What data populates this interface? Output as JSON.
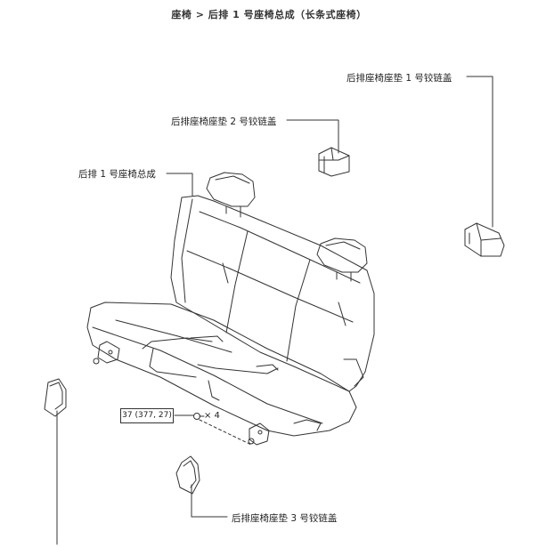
{
  "breadcrumb": "座椅 > 后排 1 号座椅总成（长条式座椅）",
  "labels": {
    "hinge_cover_1": "后排座椅座垫 1 号铰链盖",
    "hinge_cover_2": "后排座椅座垫 2 号铰链盖",
    "seat_assembly": "后排 1 号座椅总成",
    "hinge_cover_3": "后排座椅座垫 3 号铰链盖"
  },
  "torque_spec": "37 (377, 27)",
  "quantity": "× 4",
  "colors": {
    "line": "#333333",
    "background": "#ffffff"
  }
}
